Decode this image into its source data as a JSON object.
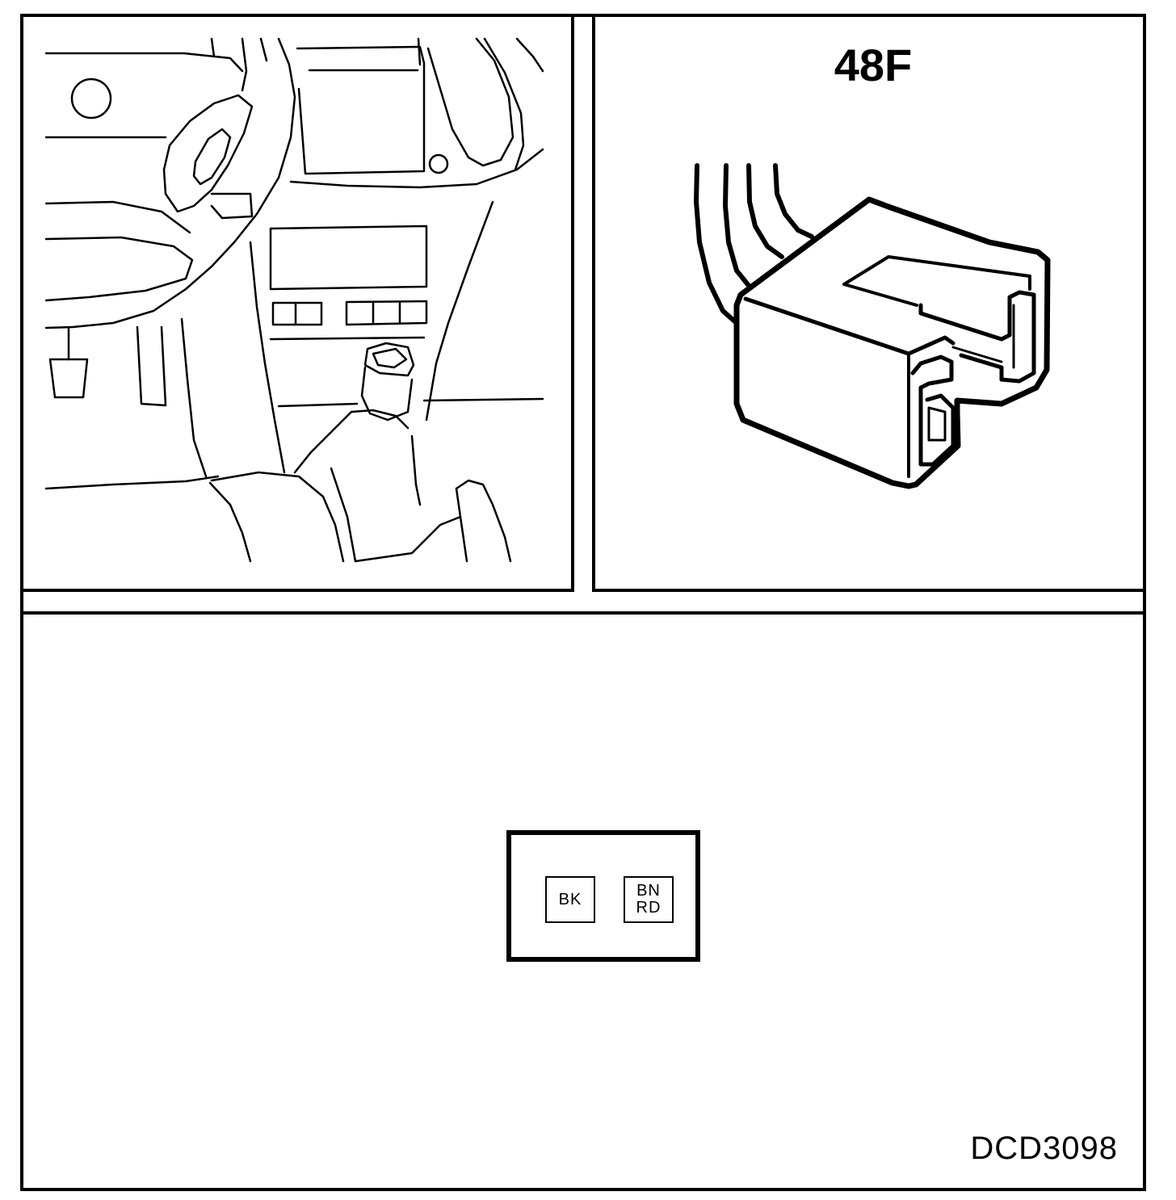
{
  "connector": {
    "id": "48F",
    "pins": [
      {
        "lines": [
          "BK"
        ]
      },
      {
        "lines": [
          "BN",
          "RD"
        ]
      }
    ]
  },
  "figure_code": "DCD3098"
}
